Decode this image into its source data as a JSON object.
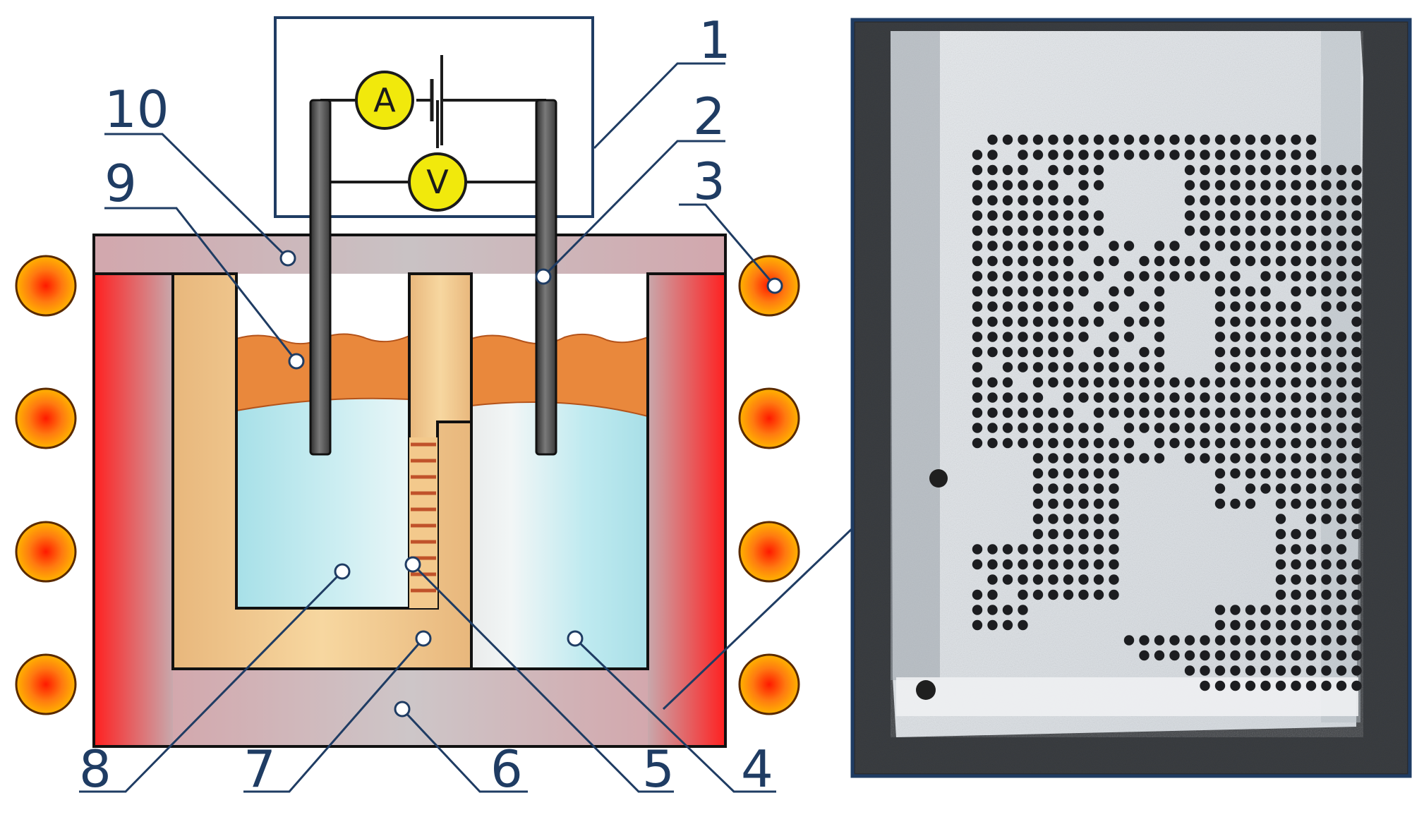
{
  "meters": {
    "ammeter": "A",
    "voltmeter": "V"
  },
  "callouts": [
    "1",
    "2",
    "3",
    "4",
    "5",
    "6",
    "7",
    "8",
    "9",
    "10"
  ],
  "colors": {
    "label_blue": "#1f3c63",
    "melt_cyan": "#bfe9ef",
    "slag_orange": "#e9883c",
    "ceramic_tan": "#f3c98c",
    "heater_red": "#ff2a2a",
    "meter_yellow": "#f1e90c",
    "electrode_gray": "#4d4d4d"
  }
}
